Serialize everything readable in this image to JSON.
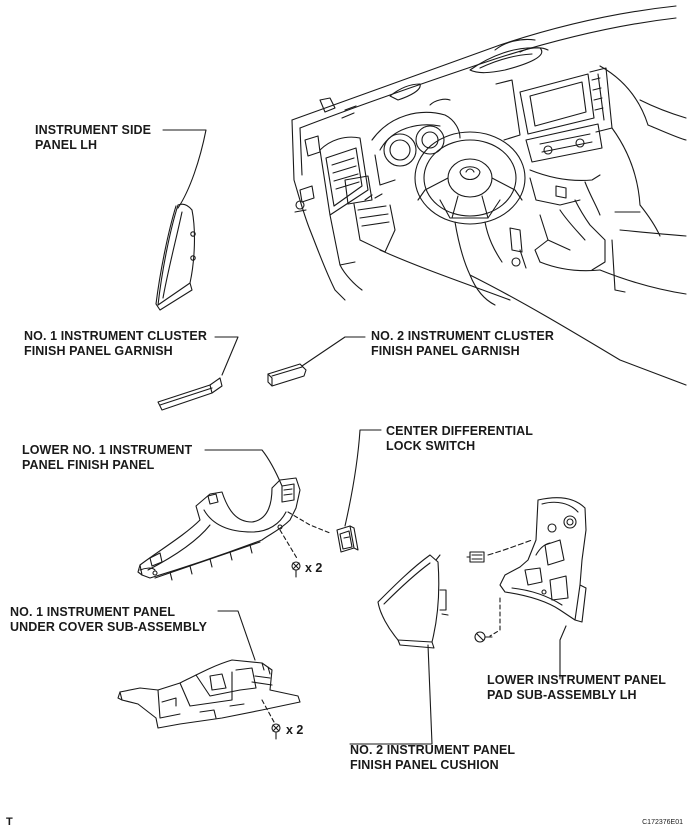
{
  "labels": {
    "instrument_side_panel": [
      "INSTRUMENT SIDE",
      "PANEL LH"
    ],
    "no1_cluster_garnish": [
      "NO. 1 INSTRUMENT CLUSTER",
      "FINISH PANEL GARNISH"
    ],
    "no2_cluster_garnish": [
      "NO. 2 INSTRUMENT CLUSTER",
      "FINISH PANEL GARNISH"
    ],
    "lower_no1_finish_panel": [
      "LOWER NO. 1 INSTRUMENT",
      "PANEL FINISH PANEL"
    ],
    "center_diff_switch": [
      "CENTER DIFFERENTIAL",
      "LOCK SWITCH"
    ],
    "no1_under_cover": [
      "NO. 1 INSTRUMENT PANEL",
      "UNDER COVER SUB-ASSEMBLY"
    ],
    "lower_pad_lh": [
      "LOWER INSTRUMENT PANEL",
      "PAD SUB-ASSEMBLY LH"
    ],
    "no2_finish_cushion": [
      "NO. 2 INSTRUMENT PANEL",
      "FINISH PANEL CUSHION"
    ]
  },
  "quantities": {
    "finish_panel_screws": "x 2",
    "under_cover_screws": "x 2"
  },
  "footer": {
    "left_mark": "T",
    "figure_code": "C172376E01"
  },
  "colors": {
    "line": "#1a1a1a",
    "background": "#ffffff"
  }
}
